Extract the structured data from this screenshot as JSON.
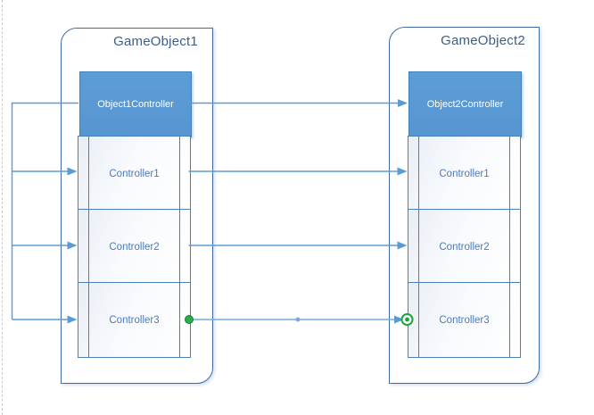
{
  "diagram": {
    "gameobject1": {
      "title": "GameObject1",
      "header": "Object1Controller",
      "controllers": [
        "Controller1",
        "Controller2",
        "Controller3"
      ]
    },
    "gameobject2": {
      "title": "GameObject2",
      "header": "Object2Controller",
      "controllers": [
        "Controller1",
        "Controller2",
        "Controller3"
      ]
    },
    "connectors": [
      {
        "from": "Object1Controller",
        "to": "Object2Controller",
        "selected": false
      },
      {
        "from": "Object1Controller",
        "to": "GameObject1.Controller1",
        "selected": false
      },
      {
        "from": "Object1Controller",
        "to": "GameObject1.Controller2",
        "selected": false
      },
      {
        "from": "Object1Controller",
        "to": "GameObject1.Controller3",
        "selected": false
      },
      {
        "from": "GameObject1.Controller1",
        "to": "GameObject2.Controller1",
        "selected": false
      },
      {
        "from": "GameObject1.Controller2",
        "to": "GameObject2.Controller2",
        "selected": false
      },
      {
        "from": "GameObject1.Controller3",
        "to": "GameObject2.Controller3",
        "selected": true
      }
    ],
    "colors": {
      "container_border": "#3f6ca3",
      "header_fill": "#5b9bd5",
      "header_text": "#ffffff",
      "box_border": "#4a80ba",
      "label_text": "#4a7bbd",
      "title_text": "#3c5e86",
      "connector": "#5b9bd5",
      "selected_connector": "#74a9e0",
      "selection_green": "#1fa23e",
      "page_edge": "#cbcbcb"
    }
  }
}
